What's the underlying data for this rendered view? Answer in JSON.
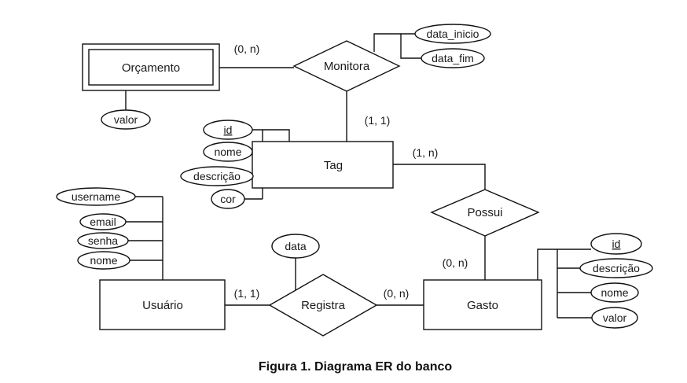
{
  "diagram": {
    "entities": {
      "orcamento": "Orçamento",
      "tag": "Tag",
      "usuario": "Usuário",
      "gasto": "Gasto"
    },
    "relationships": {
      "monitora": "Monitora",
      "possui": "Possui",
      "registra": "Registra"
    },
    "attributes": {
      "orcamento_valor": "valor",
      "monitora_data_inicio": "data_inicio",
      "monitora_data_fim": "data_fim",
      "tag_id": "id",
      "tag_nome": "nome",
      "tag_descricao": "descrição",
      "tag_cor": "cor",
      "usuario_username": "username",
      "usuario_email": "email",
      "usuario_senha": "senha",
      "usuario_nome": "nome",
      "registra_data": "data",
      "gasto_id": "id",
      "gasto_descricao": "descrição",
      "gasto_nome": "nome",
      "gasto_valor": "valor"
    },
    "cardinalities": {
      "orcamento_monitora": "(0, n)",
      "tag_monitora": "(1, 1)",
      "tag_possui": "(1, n)",
      "gasto_possui": "(0, n)",
      "usuario_registra": "(1, 1)",
      "gasto_registra": "(0, n)"
    },
    "caption": "Figura 1. Diagrama ER do banco"
  }
}
